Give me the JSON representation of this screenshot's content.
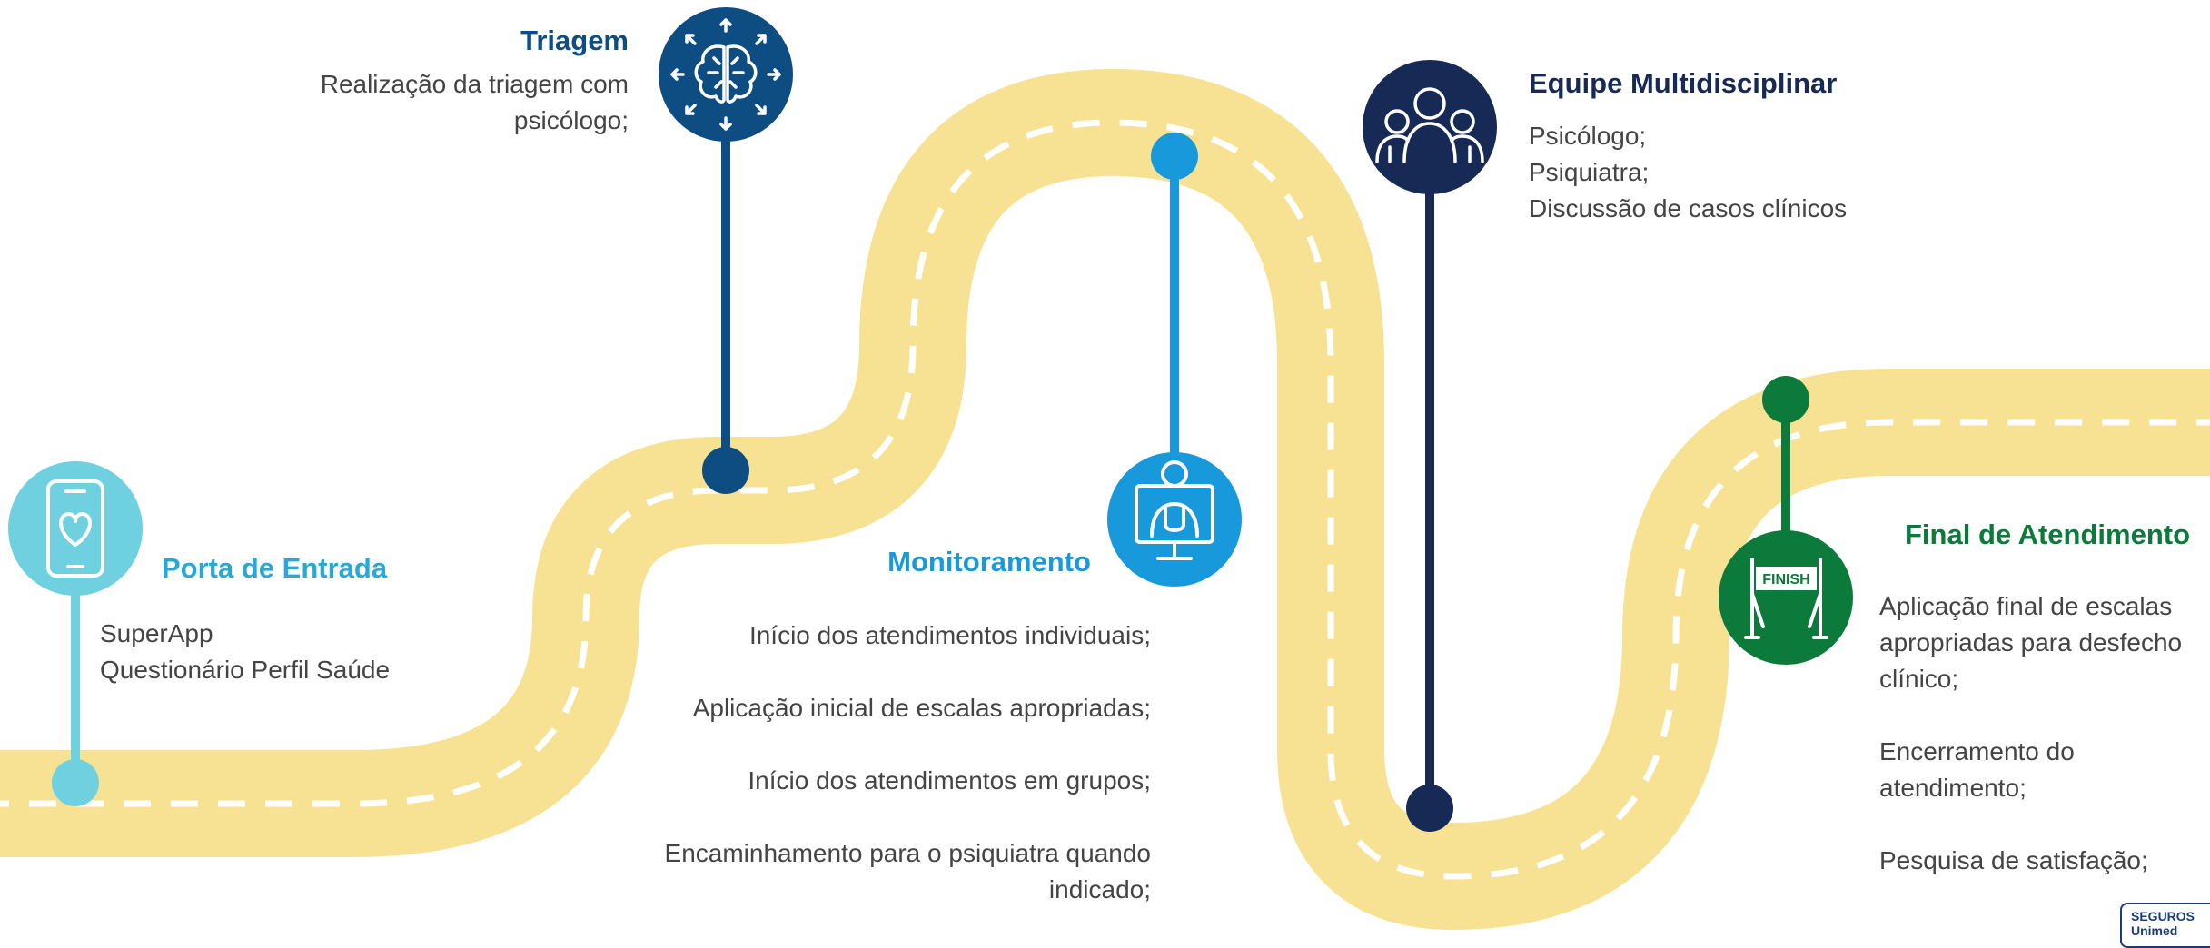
{
  "colors": {
    "road": "#f7e293",
    "dash": "#ffffff",
    "porta": "#6fd0e0",
    "porta_title": "#29a8d8",
    "triagem": "#0e4d82",
    "monitoramento": "#1899dc",
    "equipe": "#162a55",
    "final": "#0b7a3b",
    "body_text": "#444444"
  },
  "stages": {
    "porta": {
      "title": "Porta de Entrada",
      "lines": [
        "SuperApp",
        "Questionário Perfil Saúde"
      ],
      "icon": "smartphone-heart-icon"
    },
    "triagem": {
      "title": "Triagem",
      "lines": [
        "Realização da triagem com",
        "psicólogo;"
      ],
      "icon": "brain-arrows-icon"
    },
    "monitoramento": {
      "title": "Monitoramento",
      "lines": [
        "Início dos atendimentos individuais;",
        "Aplicação inicial de escalas apropriadas;",
        "Início dos atendimentos em grupos;",
        "Encaminhamento para o psiquiatra quando",
        "indicado;"
      ],
      "icon": "doctor-monitor-icon"
    },
    "equipe": {
      "title": "Equipe Multidisciplinar",
      "lines": [
        "Psicólogo;",
        "Psiquiatra;",
        "Discussão de casos clínicos"
      ],
      "icon": "team-people-icon"
    },
    "final": {
      "title": "Final de Atendimento",
      "lines": [
        "Aplicação final de escalas",
        "apropriadas para desfecho",
        "clínico;",
        "Encerramento do",
        "atendimento;",
        "Pesquisa de satisfação;"
      ],
      "icon": "finish-line-icon",
      "icon_text": "FINISH"
    }
  },
  "logo": {
    "line1": "SEGUROS",
    "line2": "Unimed"
  }
}
